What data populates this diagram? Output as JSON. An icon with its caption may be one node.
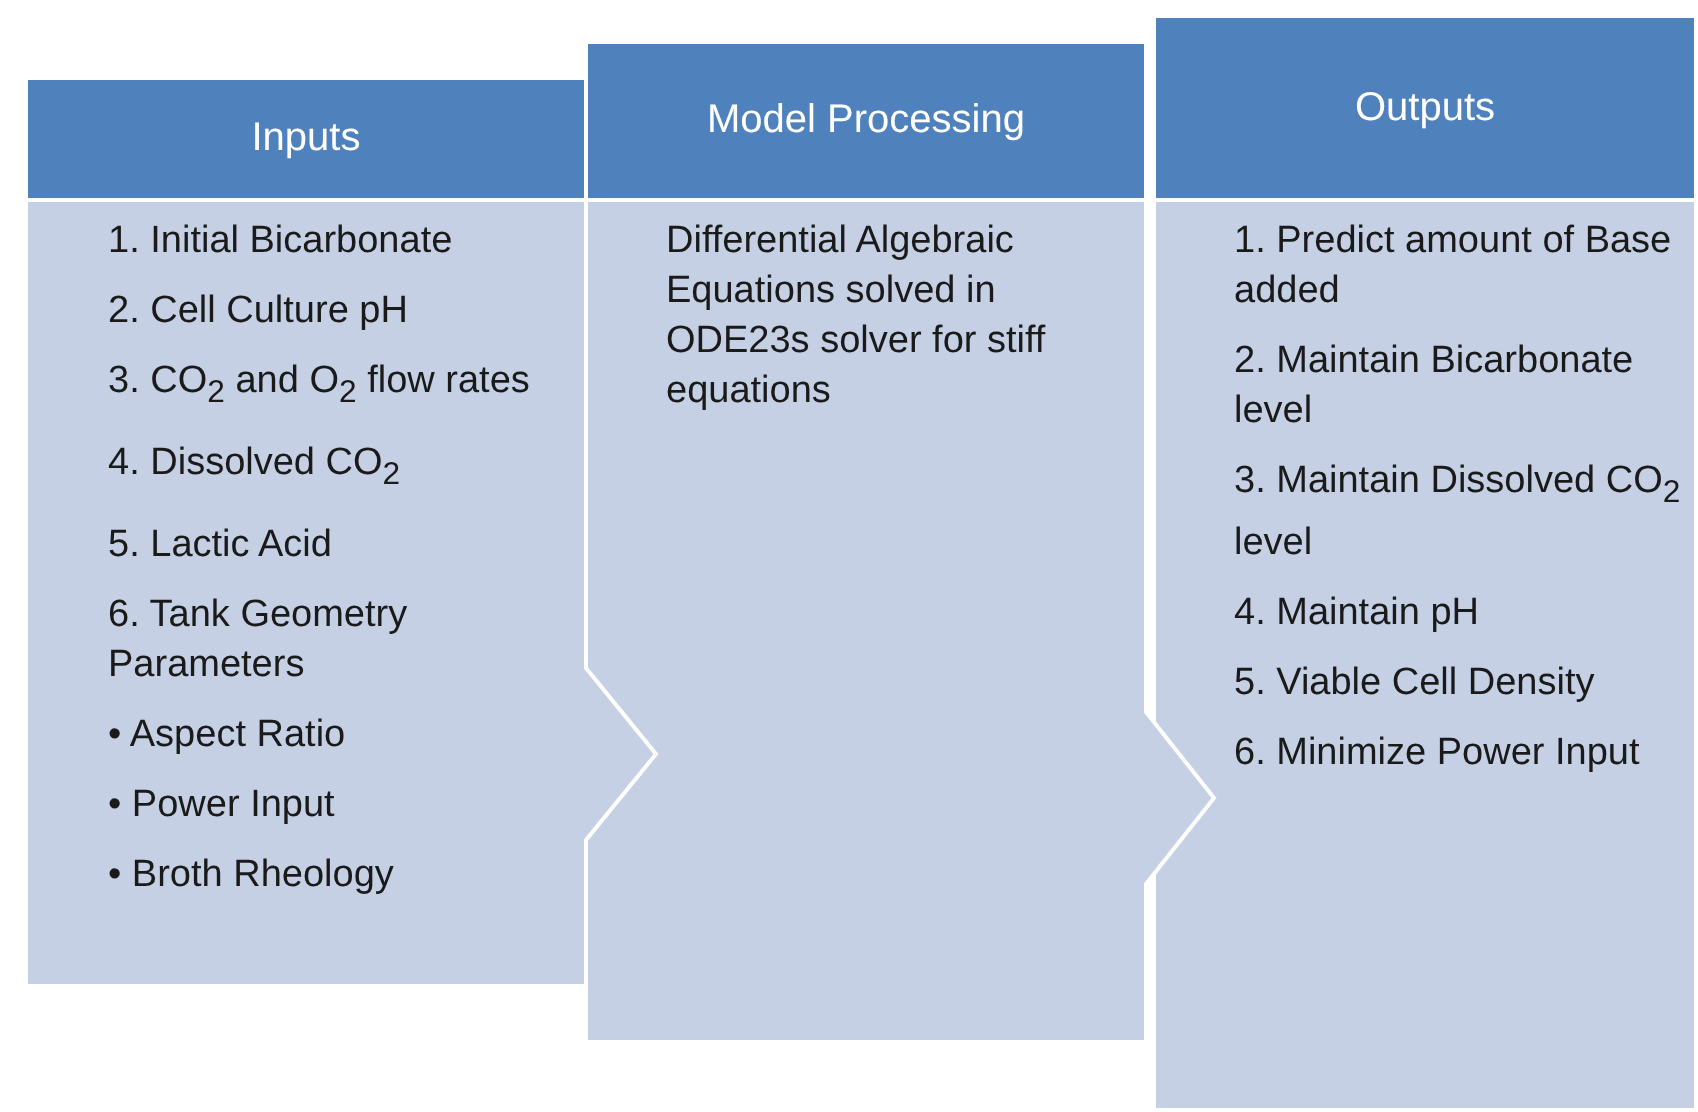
{
  "diagram": {
    "nodes": [
      {
        "text": [
          "Inputs"
        ]
      },
      {
        "text": [
          "1. Initial Bicarbonate",
          "2. Cell Culture pH",
          "3. CO$_{2}$ and O$_{2}$ flow rates",
          "4. Dissolved CO$_{2}$",
          "5. Lactic Acid",
          "6. Tank Geometry Parameters",
          "• Aspect Ratio",
          "• Power Input",
          "• Broth Rheology"
        ]
      },
      {
        "text": [
          "Model Processing"
        ]
      },
      {
        "text": [
          "Differential Algebraic Equations solved in ODE23s solver for stiff equations"
        ]
      },
      {
        "text": [
          "Outputs"
        ]
      },
      {
        "text": [
          "1. Predict amount of Base added",
          "2. Maintain Bicarbonate level",
          "3. Maintain Dissolved CO$_{2}$ level",
          "4. Maintain pH",
          "5. Viable Cell Density",
          "6. Minimize Power Input"
        ]
      }
    ]
  }
}
